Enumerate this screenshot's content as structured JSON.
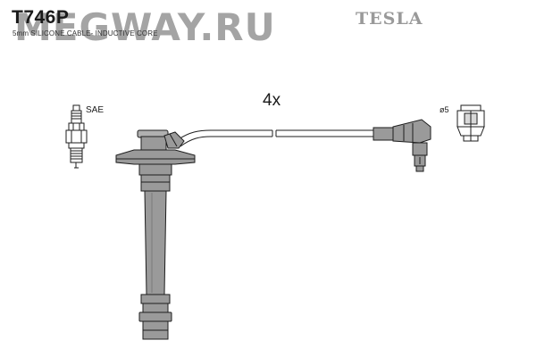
{
  "header": {
    "part_number": "T746P",
    "subtitle": "5mm SILICONE CABLE- INDUCTIVE CORE",
    "brand": "TESLA",
    "watermark": "MEGWAY.RU"
  },
  "diagram": {
    "quantity_label": "4x",
    "spark_plug_label": "SAE",
    "coil_terminal_label": "ø5",
    "colors": {
      "boot": "#9a9a9a",
      "boot_dark": "#7a7a7a",
      "outline": "#1e1e1e",
      "cable": "#ffffff"
    }
  }
}
